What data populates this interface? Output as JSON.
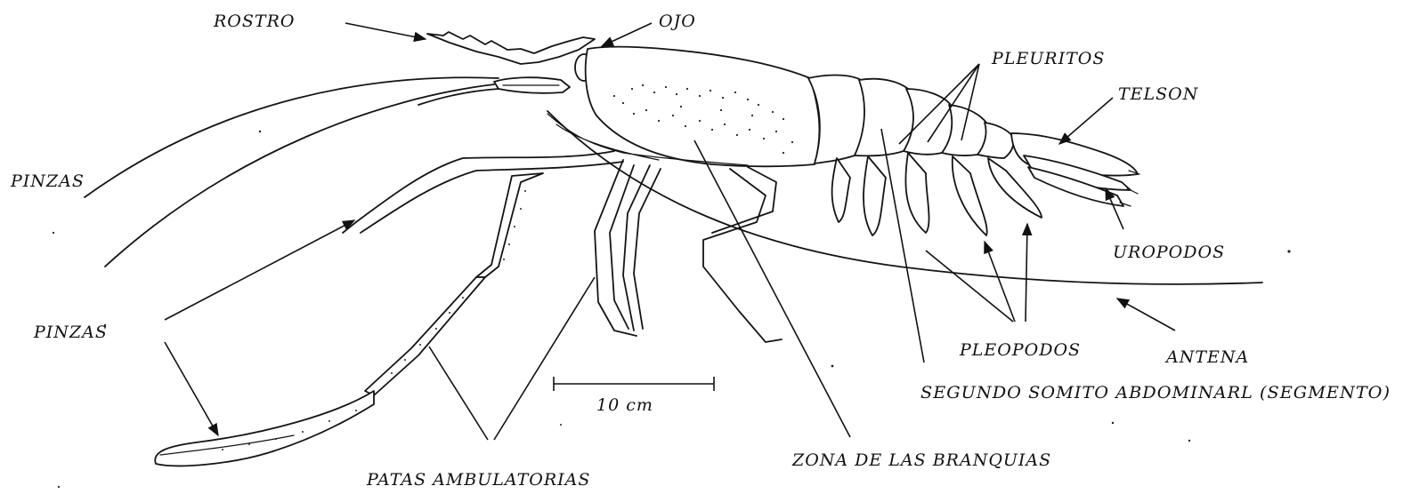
{
  "labels": {
    "rostro": "ROSTRO",
    "ojo": "OJO",
    "pleuritos": "PLEURITOS",
    "telson": "TELSON",
    "pinzas_1": "PINZAS",
    "pinzas_2": "PINZAS",
    "uropodos": "UROPODOS",
    "pleopodos": "PLEOPODOS",
    "antena": "ANTENA",
    "segundo_somito": "SEGUNDO SOMITO ABDOMINARL (SEGMENTO)",
    "zona_branquias": "ZONA DE LAS BRANQUIAS",
    "patas_ambulatorias": "PATAS AMBULATORIAS",
    "scale_bar": "10 cm"
  }
}
